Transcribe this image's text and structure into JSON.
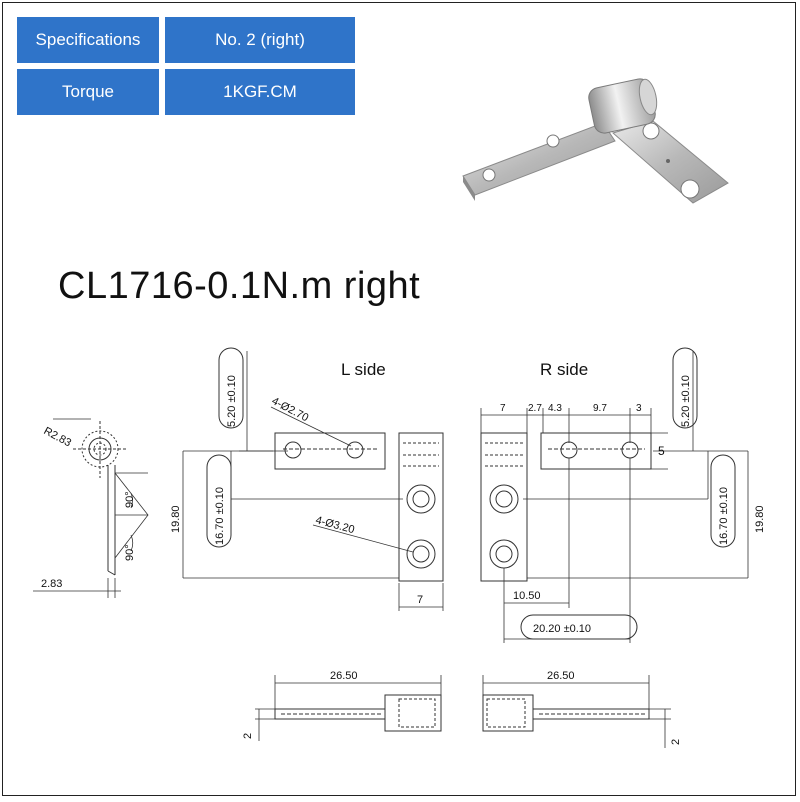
{
  "spec_table": {
    "header_label": "Specifications",
    "header_value": "No. 2 (right)",
    "row_label": "Torque",
    "row_value": "1KGF.CM"
  },
  "title": "CL1716-0.1N.m right",
  "colors": {
    "spec_fill": "#2f74c9",
    "line": "#333333"
  },
  "drawing": {
    "left_view_label": "L side",
    "right_view_label": "R side",
    "side_view": {
      "radius": "R2.83",
      "thickness": "2.83",
      "angle_upper": "90°",
      "angle_lower": "90°"
    },
    "l_side": {
      "hole_small": "4-Ø2.70",
      "hole_large": "4-Ø3.20",
      "tolerance_top": "5.20 ±0.10",
      "tolerance_mid": "16.70 ±0.10",
      "height_total": "19.80",
      "width_leaf": "7"
    },
    "r_side": {
      "dim_a": "7",
      "dim_b": "2.7",
      "dim_c": "4.3",
      "dim_d": "9.7",
      "dim_e": "3",
      "leaf_height": "5",
      "tolerance_top": "5.20 ±0.10",
      "tolerance_mid": "16.70 ±0.10",
      "height_total": "19.80",
      "offset_hole": "10.50",
      "width_total": "20.20 ±0.10"
    },
    "bottom_views": {
      "length_left": "26.50",
      "length_right": "26.50",
      "thickness_left": "2",
      "thickness_right": "2"
    }
  }
}
